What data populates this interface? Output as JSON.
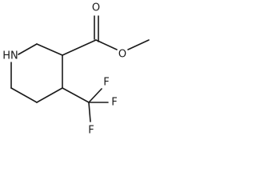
{
  "molecule": {
    "atoms": {
      "ring_nitrogen": "HN",
      "carbonyl_oxygen": "O",
      "ester_oxygen": "O",
      "fluorine_top": "F",
      "fluorine_right": "F",
      "fluorine_bottom": "F"
    },
    "colors": {
      "bond": "#1a1a1a",
      "label": "#1a1a1a",
      "background": "#ffffff"
    }
  }
}
